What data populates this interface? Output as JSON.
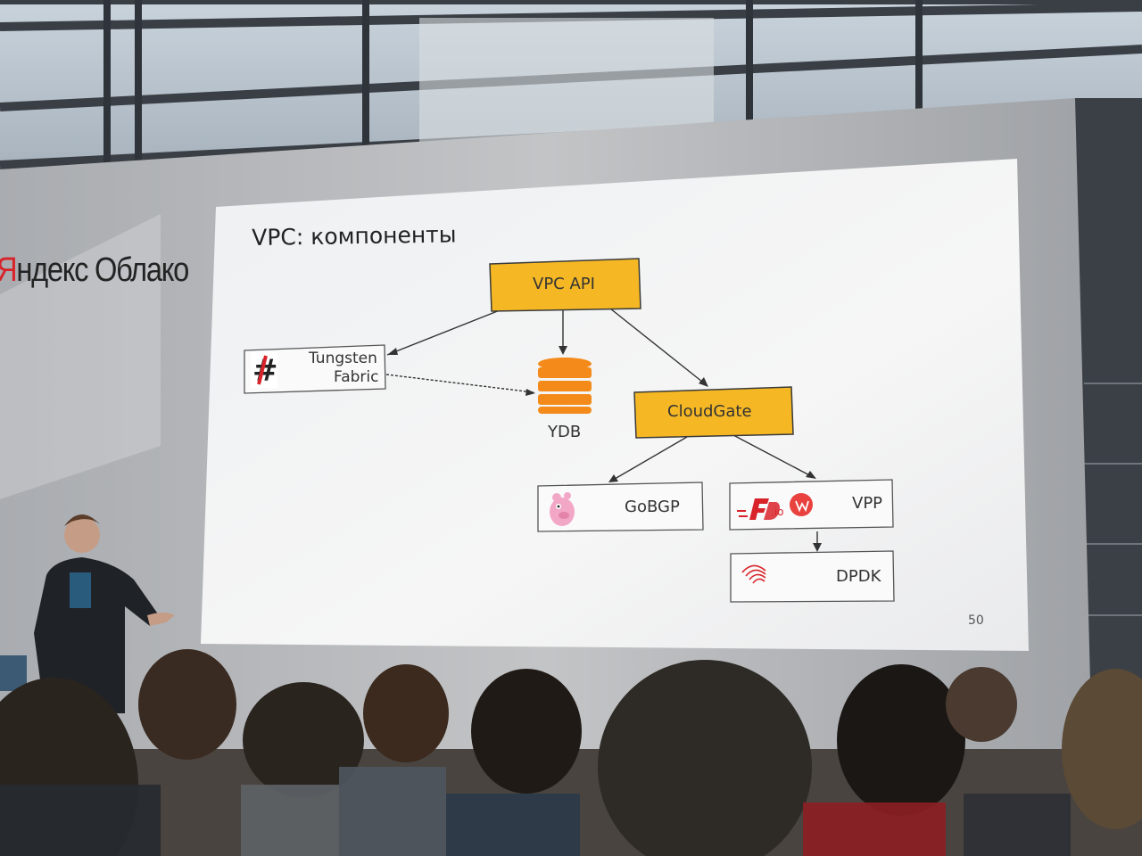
{
  "brand": {
    "first_letter": "Я",
    "rest": "ндекс Облако"
  },
  "slide": {
    "title": "VPC: компоненты",
    "page_number": "50",
    "nodes": {
      "vpc_api": "VPC API",
      "tungsten_line1": "Tungsten",
      "tungsten_line2": "Fabric",
      "ydb": "YDB",
      "cloudgate": "CloudGate",
      "gobgp": "GoBGP",
      "vpp": "VPP",
      "fdio": ".io",
      "dpdk": "DPDK"
    }
  },
  "colors": {
    "node_fill": "#f5b824",
    "ydb_orange": "#f48a19",
    "accent_red": "#d8232a"
  },
  "icons": [
    "tungsten-fabric-logo-icon",
    "database-icon",
    "gopher-icon",
    "fdio-logo-icon",
    "dpdk-logo-icon"
  ]
}
